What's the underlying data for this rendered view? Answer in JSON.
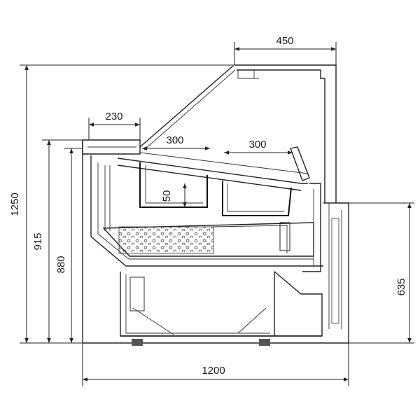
{
  "diagram": {
    "type": "technical-drawing",
    "subject": "refrigerated display case side section",
    "dimensions": {
      "overall_height": "1250",
      "counter_height_915": "915",
      "counter_height_880": "880",
      "overall_depth": "1200",
      "top_depth": "450",
      "front_shelf": "230",
      "tray_left": "300",
      "tray_right": "300",
      "tray_depth": "50",
      "rear_height": "635"
    }
  }
}
